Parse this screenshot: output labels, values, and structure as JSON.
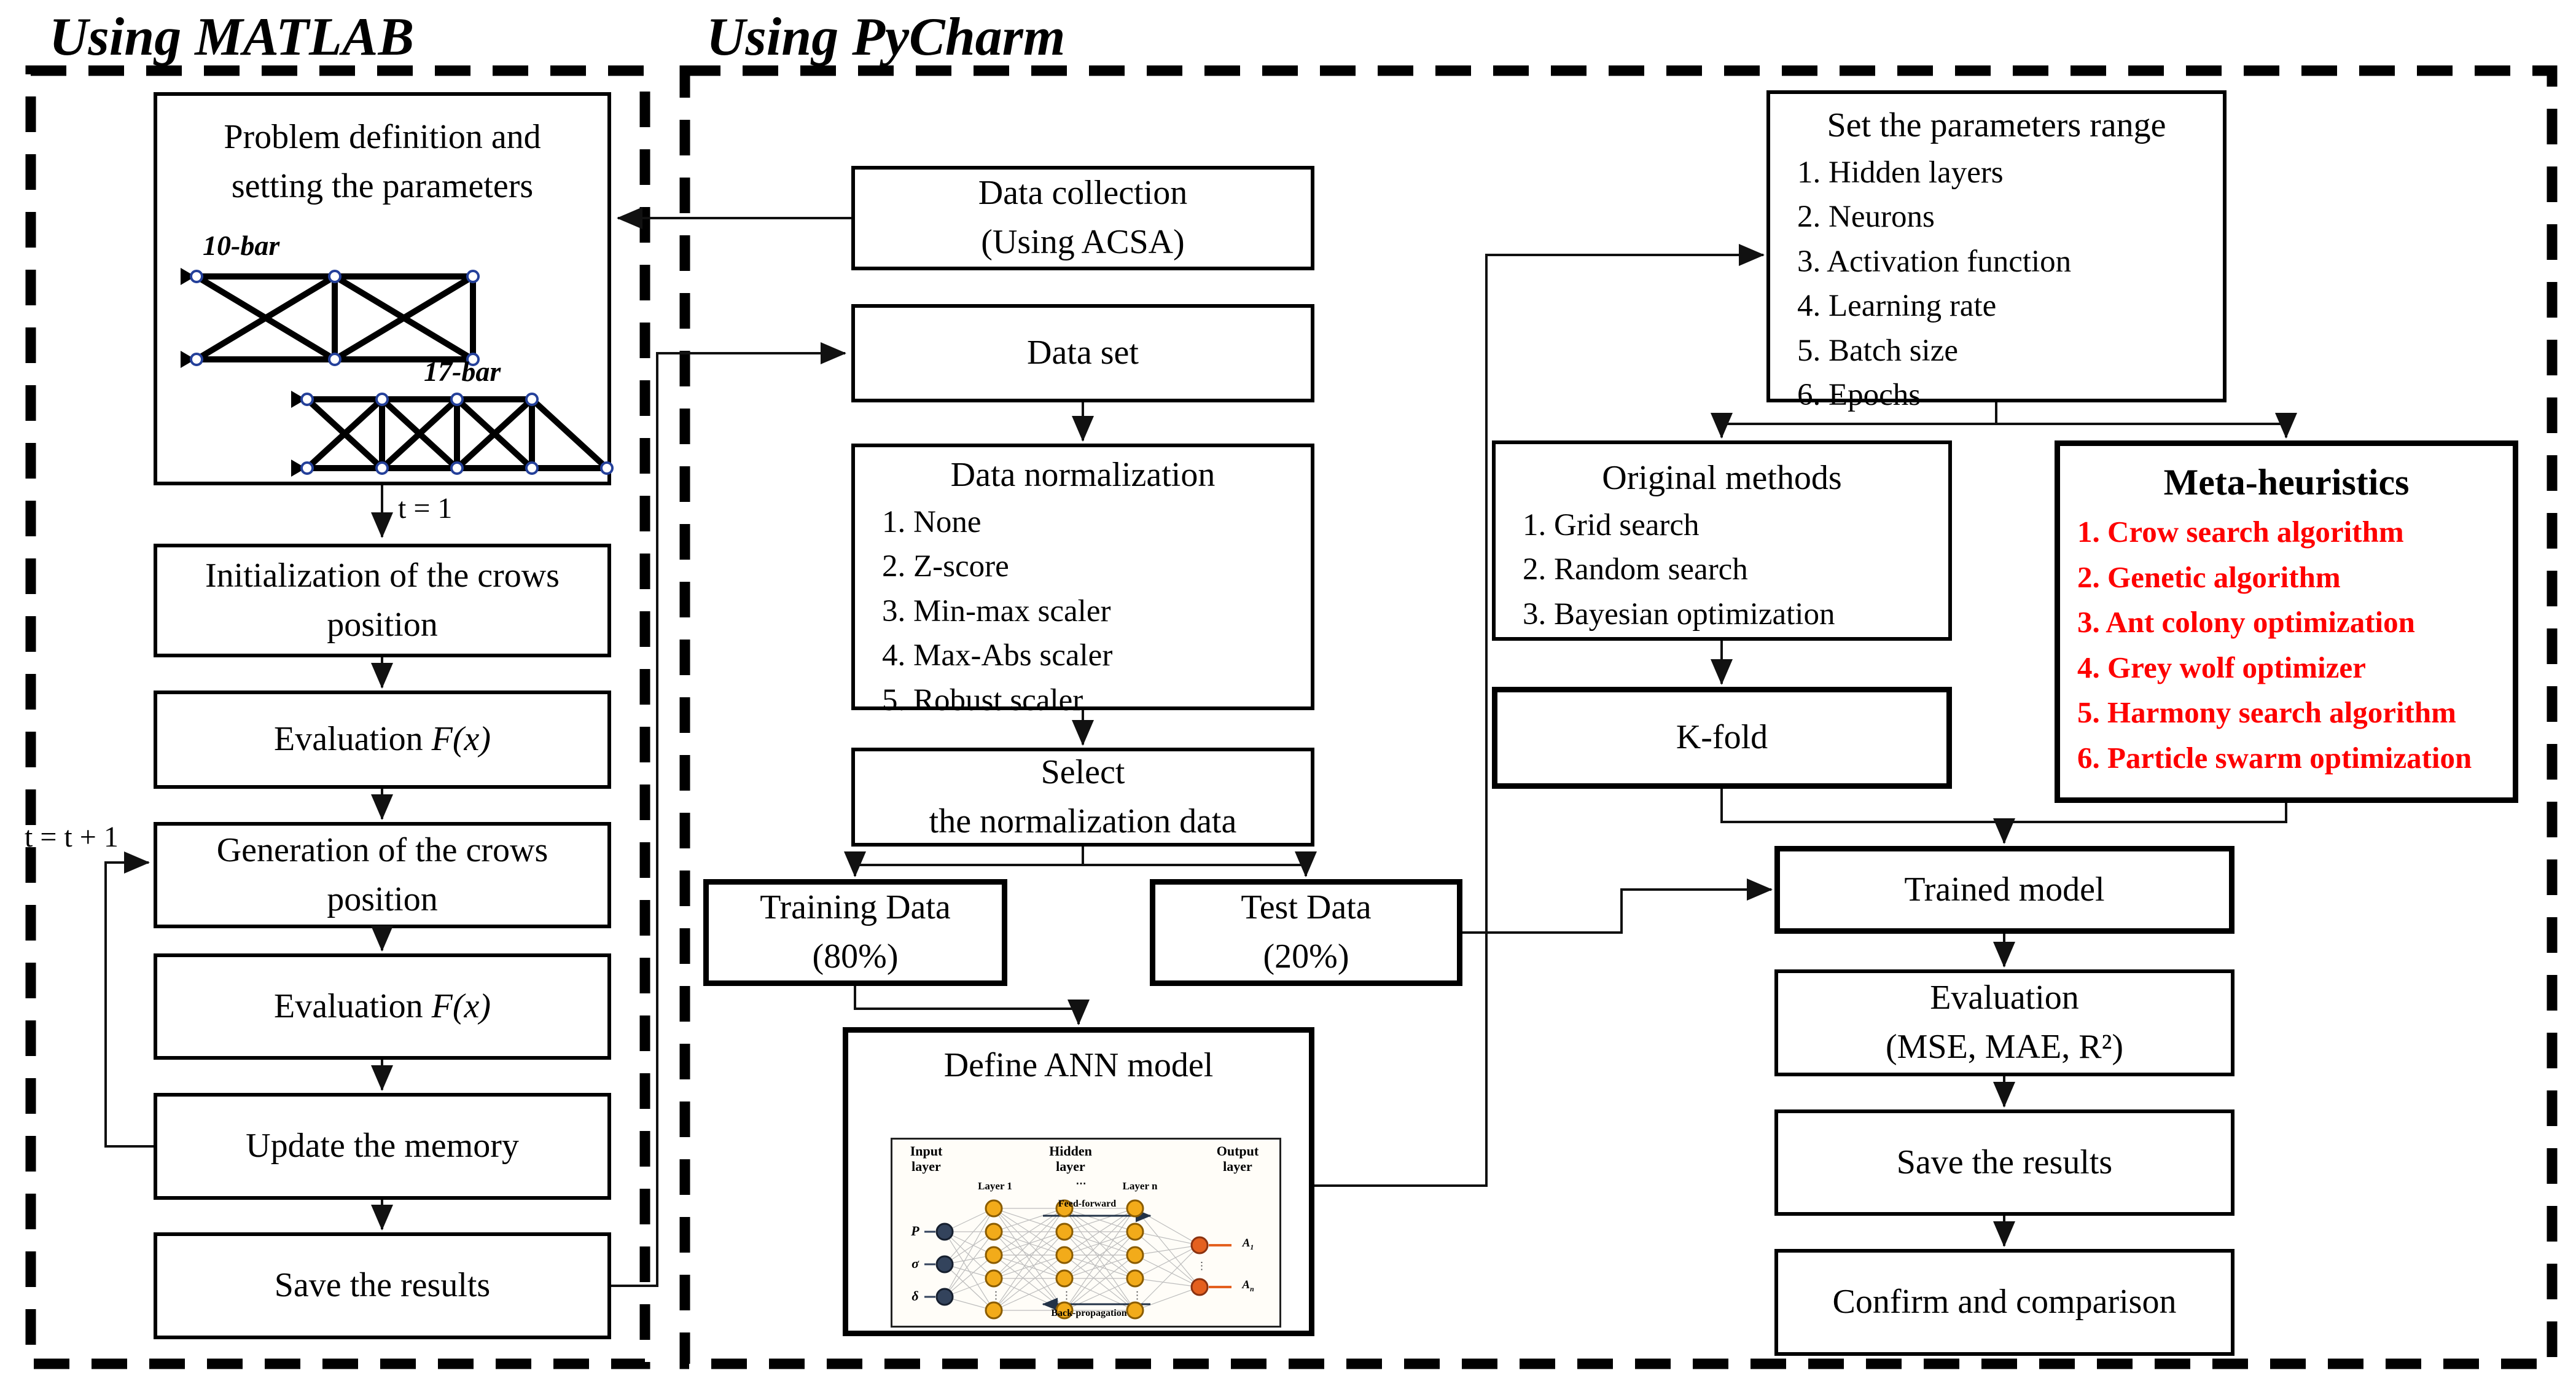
{
  "titles": {
    "matlab": "Using MATLAB",
    "pycharm": "Using PyCharm"
  },
  "colors": {
    "meta_red": "#fe0000",
    "hidden_node": "#f2ab1a",
    "output_node": "#e4601f",
    "input_node": "#33435c"
  },
  "matlab": {
    "problem": {
      "line1": "Problem definition and",
      "line2": "setting the parameters",
      "truss1_label": "10-bar",
      "truss2_label": "17-bar"
    },
    "t1_label": "t = 1",
    "loop_label": "t = t + 1",
    "init": "Initialization of the crows position",
    "eval_prefix": "Evaluation",
    "eval_fx": "F(x)",
    "generation": "Generation of the crows position",
    "update": "Update the memory",
    "save": "Save the results"
  },
  "pycharm": {
    "collection": {
      "line1": "Data collection",
      "line2": "(Using ACSA)"
    },
    "dataset": "Data set",
    "norm": {
      "title": "Data normalization",
      "items": [
        "1. None",
        "2. Z-score",
        "3. Min-max scaler",
        "4. Max-Abs scaler",
        "5. Robust scaler"
      ]
    },
    "select": {
      "line1": "Select",
      "line2": "the normalization data"
    },
    "training": {
      "line1": "Training Data",
      "line2": "(80%)"
    },
    "test": {
      "line1": "Test Data",
      "line2": "(20%)"
    },
    "ann": {
      "title": "Define ANN model",
      "input_layer": "Input layer",
      "hidden_layer": "Hidden layer",
      "output_layer": "Output layer",
      "layer1": "Layer 1",
      "layern": "Layer n",
      "dots_h": "⋯",
      "dots_v": "⋮",
      "feed": "Feed-forward",
      "back": "Back-propagation",
      "in1": "P",
      "in2": "σ",
      "in3": "δ",
      "a_prefix": "A",
      "a1_sub": "1",
      "an_sub": "n"
    }
  },
  "right": {
    "params": {
      "title": "Set the parameters range",
      "items": [
        "1. Hidden layers",
        "2. Neurons",
        "3. Activation function",
        "4. Learning rate",
        "5. Batch size",
        "6. Epochs"
      ]
    },
    "original": {
      "title": "Original methods",
      "items": [
        "1. Grid search",
        "2. Random search",
        "3. Bayesian optimization"
      ]
    },
    "meta": {
      "title": "Meta-heuristics",
      "items": [
        "1. Crow search algorithm",
        "2. Genetic algorithm",
        "3. Ant colony optimization",
        "4. Grey wolf optimizer",
        "5. Harmony search algorithm",
        "6. Particle swarm optimization"
      ]
    },
    "kfold": "K-fold",
    "trained": "Trained model",
    "evaluation": {
      "line1": "Evaluation",
      "line2": "(MSE, MAE, R²)"
    },
    "save": "Save the results",
    "confirm": "Confirm and comparison"
  }
}
